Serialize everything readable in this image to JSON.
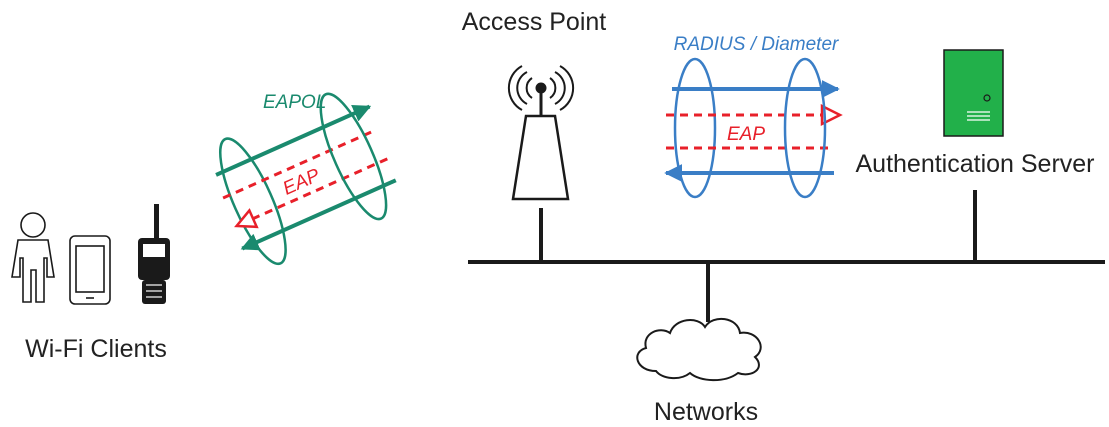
{
  "labels": {
    "access_point": "Access Point",
    "auth_server": "Authentication Server",
    "clients": "Wi-Fi Clients",
    "networks": "Networks"
  },
  "protocols": {
    "radius": "RADIUS / Diameter",
    "eapol": "EAPOL",
    "eap_left": "EAP",
    "eap_right": "EAP"
  },
  "colors": {
    "eapol": "#1a8a6e",
    "radius": "#3a7ec6",
    "eap": "#e8202a",
    "server": "#22b04a",
    "line": "#1a1a1a"
  },
  "icons": [
    "person-icon",
    "smartphone-icon",
    "walkie-talkie-icon",
    "antenna-tower-icon",
    "server-icon",
    "cloud-icon"
  ]
}
